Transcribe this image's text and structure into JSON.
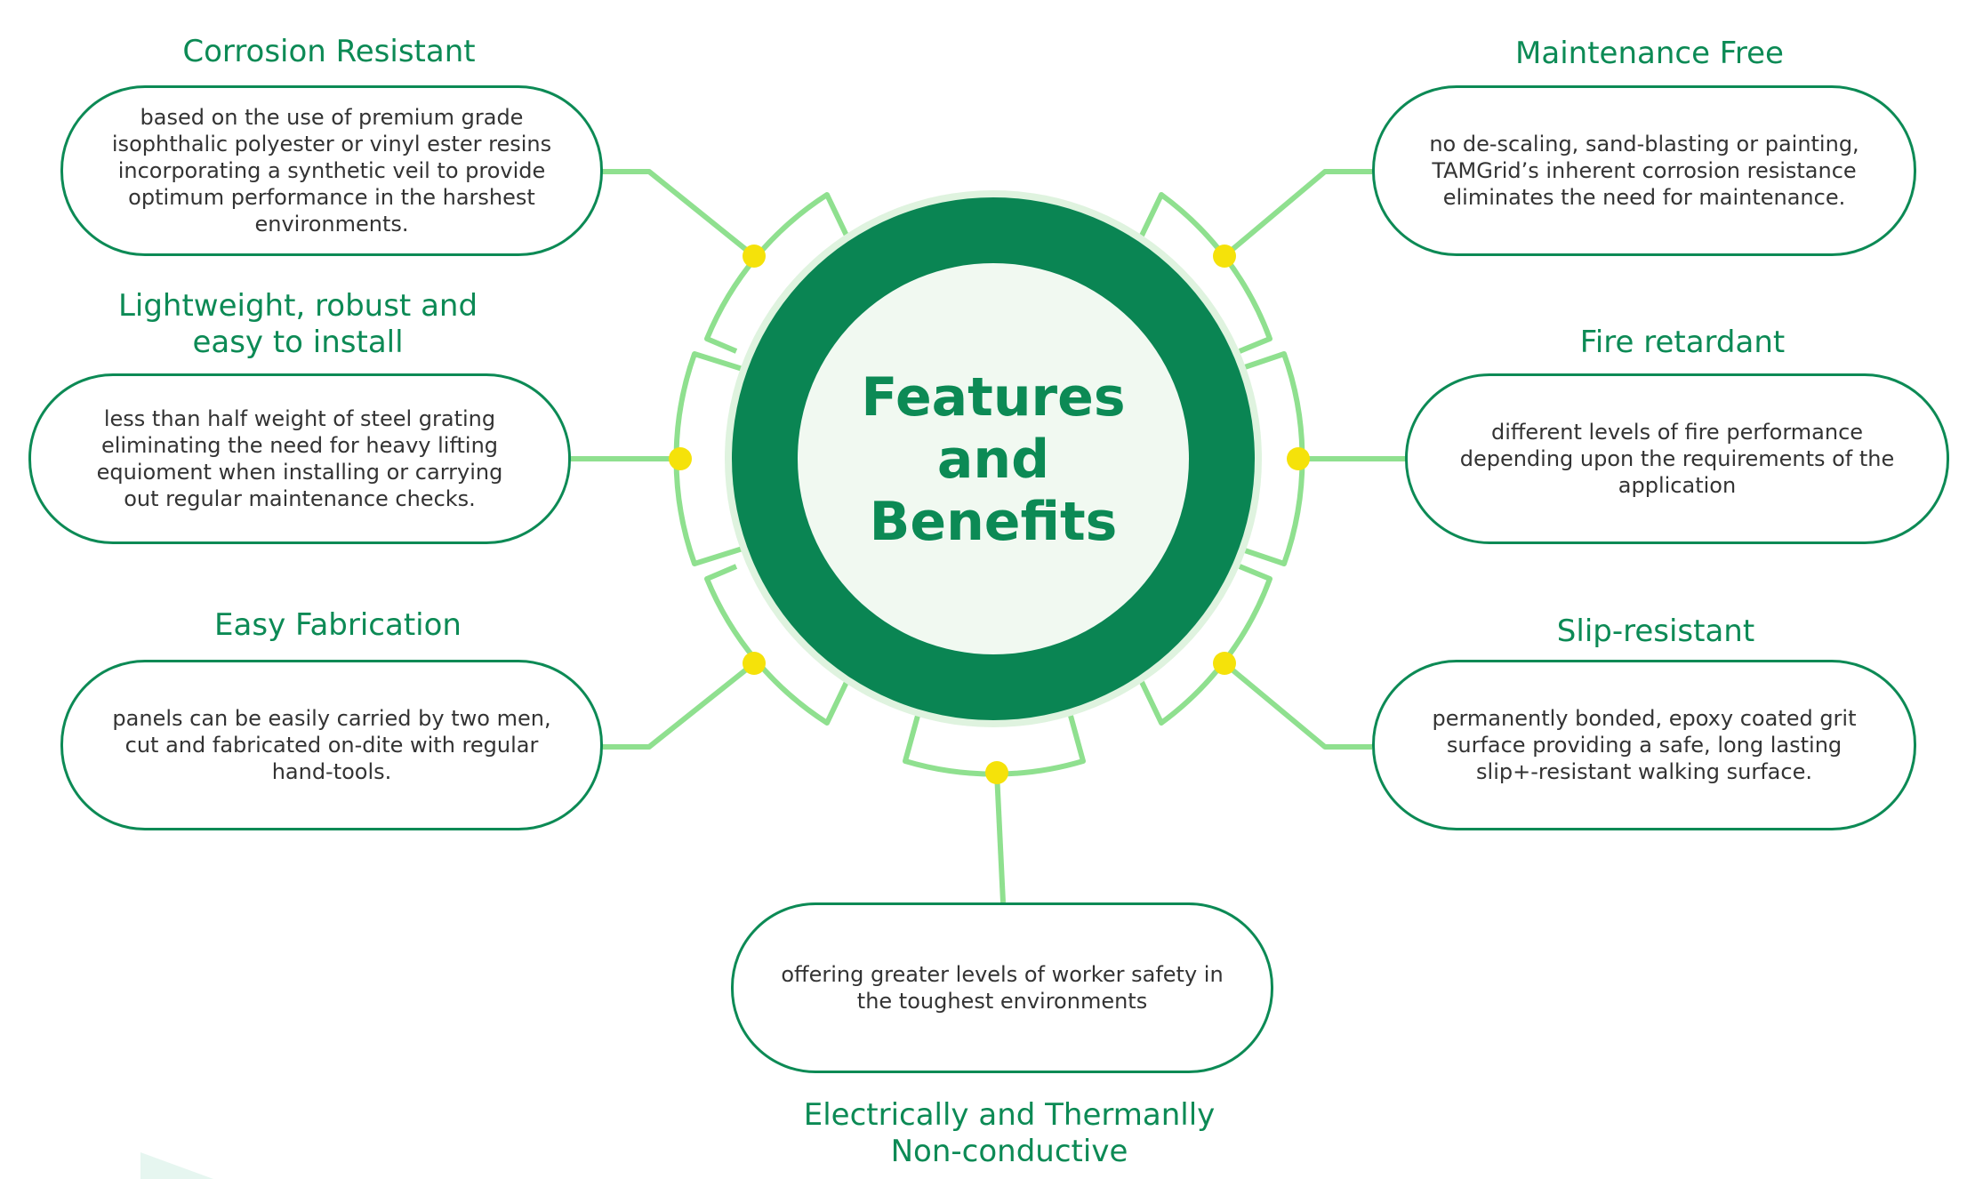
{
  "center": {
    "line1": "Features",
    "line2": "and",
    "line3": "Benefits"
  },
  "features": [
    {
      "title": "Corrosion Resistant",
      "description": "based on the use of premium grade isophthalic polyester or vinyl ester resins incorporating a synthetic veil to provide optimum performance in the harshest environments."
    },
    {
      "title": "Lightweight, robust and easy to install",
      "description": "less than half weight of steel grating eliminating the need for heavy lifting equioment when installing or carrying out regular maintenance checks."
    },
    {
      "title": "Easy Fabrication",
      "description": "panels can be easily carried by two men, cut and fabricated on-dite with regular hand-tools."
    },
    {
      "title": "Maintenance Free",
      "description": "no de-scaling, sand-blasting or painting, TAMGrid’s inherent corrosion resistance eliminates the need for maintenance."
    },
    {
      "title": "Fire retardant",
      "description": "different levels of fire performance depending upon the requirements of the application"
    },
    {
      "title": "Slip-resistant",
      "description": "permanently bonded, epoxy coated grit surface providing a safe, long lasting slip+-resistant walking surface."
    },
    {
      "title": "Electrically and Thermanlly Non-conductive",
      "description": "offering greater levels of worker safety in the toughest environments"
    }
  ],
  "colors": {
    "dark_green": "#0a8553",
    "title_green": "#0c8a55",
    "light_green": "#8fe08f",
    "node_yellow": "#f5e20a",
    "inner_fill": "#f1f9f1"
  }
}
